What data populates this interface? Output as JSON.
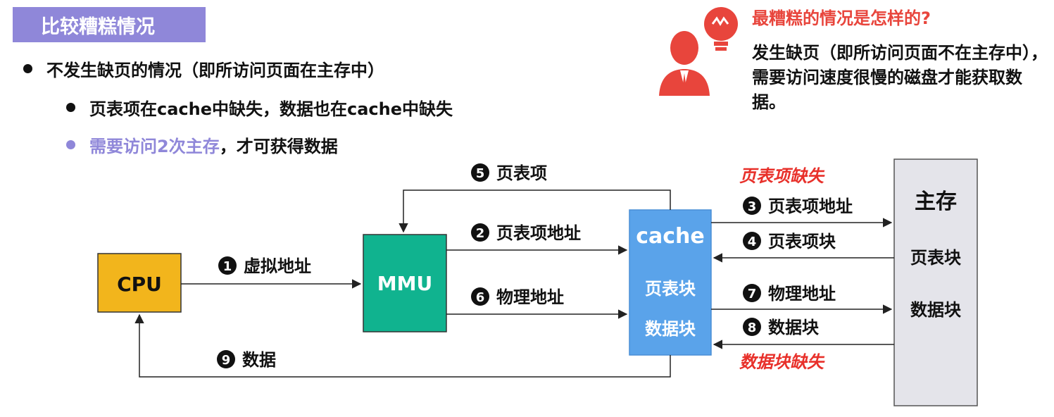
{
  "title": "比较糟糕情况",
  "bullets": {
    "b1": "不发生缺页的情况（即所访问页面在主存中）",
    "b2": "页表项在cache中缺失，数据也在cache中缺失",
    "b3_highlight": "需要访问2次主存",
    "b3_rest": "，才可获得数据"
  },
  "tip": {
    "title": "最糟糕的情况是怎样的?",
    "body": "发生缺页（即所访问页面不在主存中），需要访问速度很慢的磁盘才能获取数据。"
  },
  "diagram": {
    "cpu": "CPU",
    "mmu": "MMU",
    "cache": "cache",
    "cache_line1": "页表块",
    "cache_line2": "数据块",
    "mem_title": "主存",
    "mem_line1": "页表块",
    "mem_line2": "数据块",
    "step1": {
      "num": "1",
      "label": "虚拟地址"
    },
    "step2": {
      "num": "2",
      "label": "页表项地址"
    },
    "step3": {
      "num": "3",
      "label": "页表项地址"
    },
    "step4": {
      "num": "4",
      "label": "页表项块"
    },
    "step5": {
      "num": "5",
      "label": "页表项"
    },
    "step6": {
      "num": "6",
      "label": "物理地址"
    },
    "step7": {
      "num": "7",
      "label": "物理地址"
    },
    "step8": {
      "num": "8",
      "label": "数据块"
    },
    "step9": {
      "num": "9",
      "label": "数据"
    },
    "miss_pte": "页表项缺失",
    "miss_data": "数据块缺失"
  },
  "colors": {
    "accent_purple": "#8f87d9",
    "cpu_fill": "#f2b51c",
    "mmu_fill": "#10b38f",
    "cache_fill": "#5aa3ea",
    "mem_fill": "#e4e4ea",
    "miss_red": "#e8302a",
    "tip_red": "#e8453c"
  }
}
